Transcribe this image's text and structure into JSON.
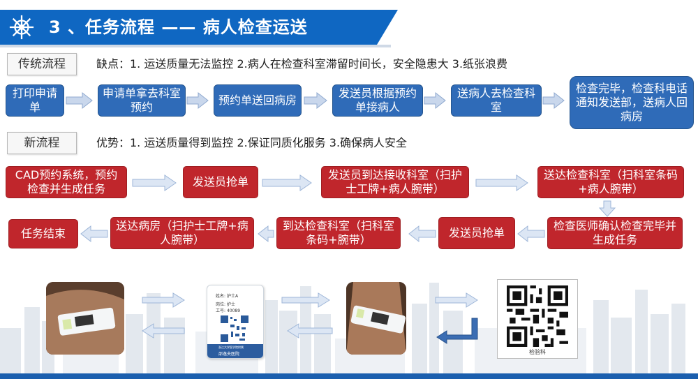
{
  "header": {
    "title": "3 、任务流程 —— 病人检查运送"
  },
  "traditional": {
    "tag": "传统流程",
    "note": "缺点：1. 运送质量无法监控 2.病人在检查科室滞留时间长，安全隐患大 3.纸张浪费",
    "steps": [
      "打印申请单",
      "申请单拿去科室预约",
      "预约单送回病房",
      "发送员根据预约单接病人",
      "送病人去检查科室",
      "检查完毕，检查科电话通知发送部，送病人回病房"
    ]
  },
  "newflow": {
    "tag": "新流程",
    "note": "优势：1. 运送质量得到监控 2.保证同质化服务 3.确保病人安全",
    "row1": [
      "CAD预约系统，预约检查并生成任务",
      "发送员抢单",
      "发送员到达接收科室（扫护士工牌+病人腕带）",
      "送达检查科室（扫科室条码+病人腕带）"
    ],
    "row2": [
      "任务结束",
      "送达病房（扫护士工牌+病人腕带）",
      "到达检查科室（扫科室条码+腕带）",
      "发送员抢单",
      "检查医师确认检查完毕并生成任务"
    ]
  },
  "badge": {
    "name_label": "姓名:",
    "name_value": "护士A",
    "post_label": "岗位:",
    "post_value": "护士",
    "id_label": "工号:",
    "id_value": "40089",
    "hospital": "浙江大学医学院附属",
    "hospital_name": "邵逸夫医院"
  },
  "qr_caption": "检验科",
  "colors": {
    "title_bar": "#0f67c2",
    "blue_box": "#2f6bb8",
    "red_box": "#c0262c",
    "arrow": "#b9cbe6"
  }
}
